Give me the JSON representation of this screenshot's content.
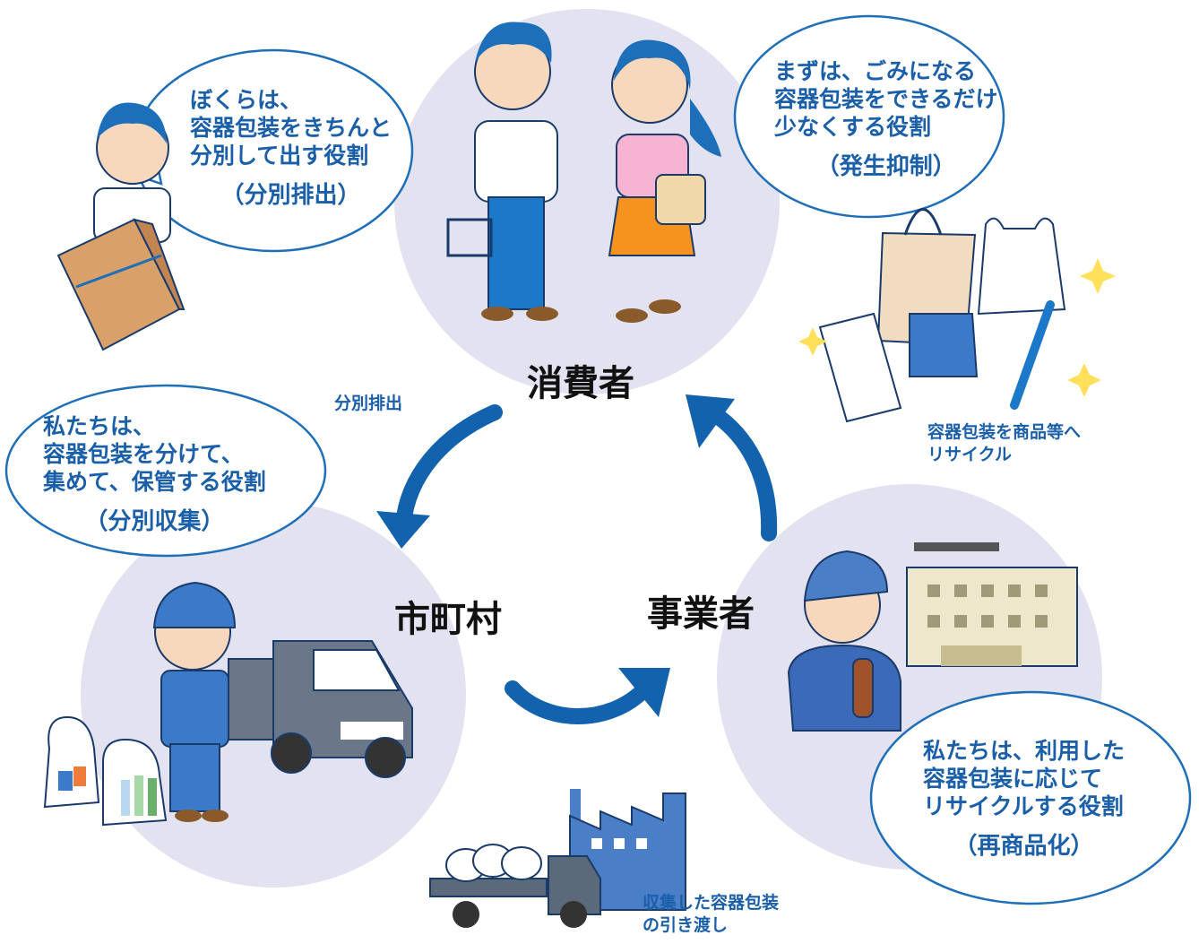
{
  "actors": {
    "consumer": "消費者",
    "municipality": "市町村",
    "business": "事業者"
  },
  "bubbles": {
    "separation": {
      "lines": [
        "ぼくらは、",
        "容器包装をきちんと",
        "分別して出す役割"
      ],
      "role": "（分別排出）"
    },
    "reduction": {
      "lines": [
        "まずは、ごみになる",
        "容器包装をできるだけ",
        "少なくする役割"
      ],
      "role": "（発生抑制）"
    },
    "collection": {
      "lines": [
        "私たちは、",
        "容器包装を分けて、",
        "集めて、保管する役割"
      ],
      "role": "（分別収集）"
    },
    "recommercialization": {
      "lines": [
        "私たちは、利用した",
        "容器包装に応じて",
        "リサイクルする役割"
      ],
      "role": "（再商品化）"
    }
  },
  "labels": {
    "separate_discharge": "分別排出",
    "recycle": [
      "容器包装を商品等へ",
      "リサイクル"
    ],
    "handover": [
      "収集した容器包装",
      "の引き渡し"
    ]
  },
  "colors": {
    "circle": "#e3e2f1",
    "arrow": "#1262ad",
    "bubble_border": "#1f6fb8",
    "text_blue": "#1a5fa8"
  },
  "icons": {
    "sparkle": "sparkle-icon",
    "cardboard": "cardboard-box-icon",
    "bag": "shopping-bag-icon",
    "factory": "factory-icon",
    "truck": "truck-icon"
  }
}
